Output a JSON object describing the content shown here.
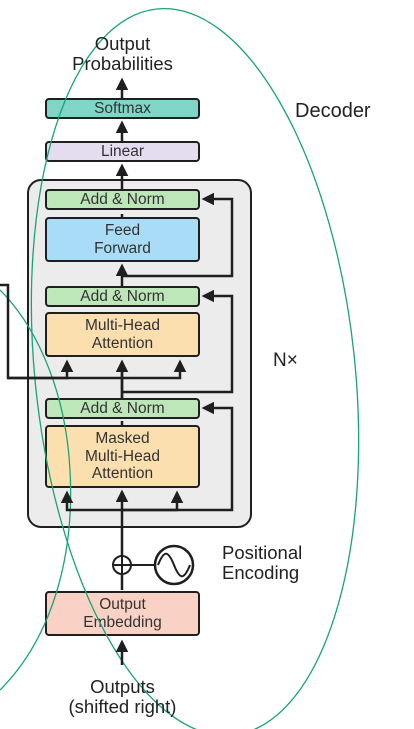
{
  "title": "Decoder",
  "top_label": "Output\nProbabilities",
  "bottom_label": "Outputs\n(shifted right)",
  "repeat_label": "N×",
  "positional_label": "Positional\nEncoding",
  "blocks": {
    "softmax": "Softmax",
    "linear": "Linear",
    "add_norm": "Add & Norm",
    "feed_forward": "Feed\nForward",
    "multi_head_attention": "Multi-Head\nAttention",
    "masked_attention": "Masked\nMulti-Head\nAttention",
    "output_embedding": "Output\nEmbedding"
  },
  "colors": {
    "softmax": "#7fd6c6",
    "linear": "#e4dcef",
    "add_norm": "#bde6b9",
    "feed_forward": "#a9dcf6",
    "attention": "#fbdfae",
    "embedding": "#f9d2c5",
    "ellipse_outline": "#1aa37a"
  }
}
